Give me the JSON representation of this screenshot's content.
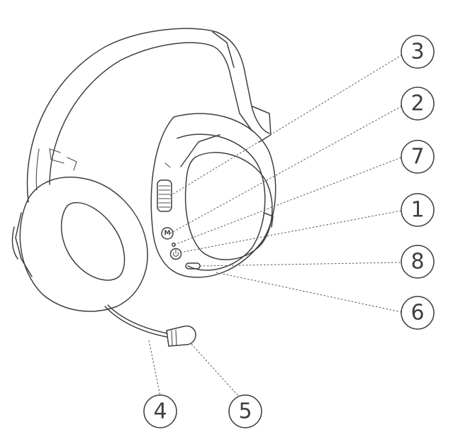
{
  "diagram": {
    "stroke_color": "#3f3f3f",
    "background": "#ffffff",
    "mode_button_letter": "M",
    "callouts": [
      {
        "id": "callout-3",
        "label": "3",
        "part": "volume-wheel"
      },
      {
        "id": "callout-2",
        "label": "2",
        "part": "mode-button"
      },
      {
        "id": "callout-7",
        "label": "7",
        "part": "indicator-light"
      },
      {
        "id": "callout-1",
        "label": "1",
        "part": "power-button"
      },
      {
        "id": "callout-8",
        "label": "8",
        "part": "usb-c-port"
      },
      {
        "id": "callout-6",
        "label": "6",
        "part": "ear-cup-base"
      },
      {
        "id": "callout-4",
        "label": "4",
        "part": "microphone-boom"
      },
      {
        "id": "callout-5",
        "label": "5",
        "part": "microphone-tip"
      }
    ]
  }
}
